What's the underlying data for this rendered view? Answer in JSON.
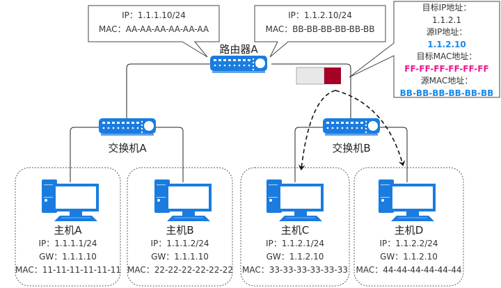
{
  "router": {
    "name": "路由器A",
    "left_callout": {
      "ip": "IP：1.1.1.10/24",
      "mac": "MAC：AA-AA-AA-AA-AA-AA"
    },
    "right_callout": {
      "ip": "IP：1.1.2.10/24",
      "mac": "MAC：BB-BB-BB-BB-BB-BB"
    }
  },
  "switches": [
    {
      "name": "交换机A"
    },
    {
      "name": "交换机B"
    }
  ],
  "hosts": [
    {
      "name": "主机A",
      "ip": "IP：1.1.1.1/24",
      "gw": "GW：1.1.1.10",
      "mac": "MAC：11-11-11-11-11-11"
    },
    {
      "name": "主机B",
      "ip": "IP：1.1.1.2/24",
      "gw": "GW：1.1.1.10",
      "mac": "MAC：22-22-22-22-22-22"
    },
    {
      "name": "主机C",
      "ip": "IP：1.1.2.1/24",
      "gw": "GW：1.1.2.10",
      "mac": "MAC：33-33-33-33-33-33"
    },
    {
      "name": "主机D",
      "ip": "IP：1.1.2.2/24",
      "gw": "GW：1.1.2.10",
      "mac": "MAC：44-44-44-44-44-44"
    }
  ],
  "packet_annotation": {
    "dst_ip_label": "目标IP地址：",
    "dst_ip": "1.1.2.1",
    "src_ip_label": "源IP地址：",
    "src_ip": "1.1.2.10",
    "dst_mac_label": "目标MAC地址：",
    "dst_mac": "FF-FF-FF-FF-FF-FF",
    "src_mac_label": "源MAC地址：",
    "src_mac": "BB-BB-BB-BB-BB-BB"
  },
  "colors": {
    "device_blue": "#1a7ce0",
    "packet_gray": "#e8e8e8",
    "packet_red": "#a50026",
    "src_ip_blue": "#1a88e8",
    "dst_mac_pink": "#f0148c"
  }
}
